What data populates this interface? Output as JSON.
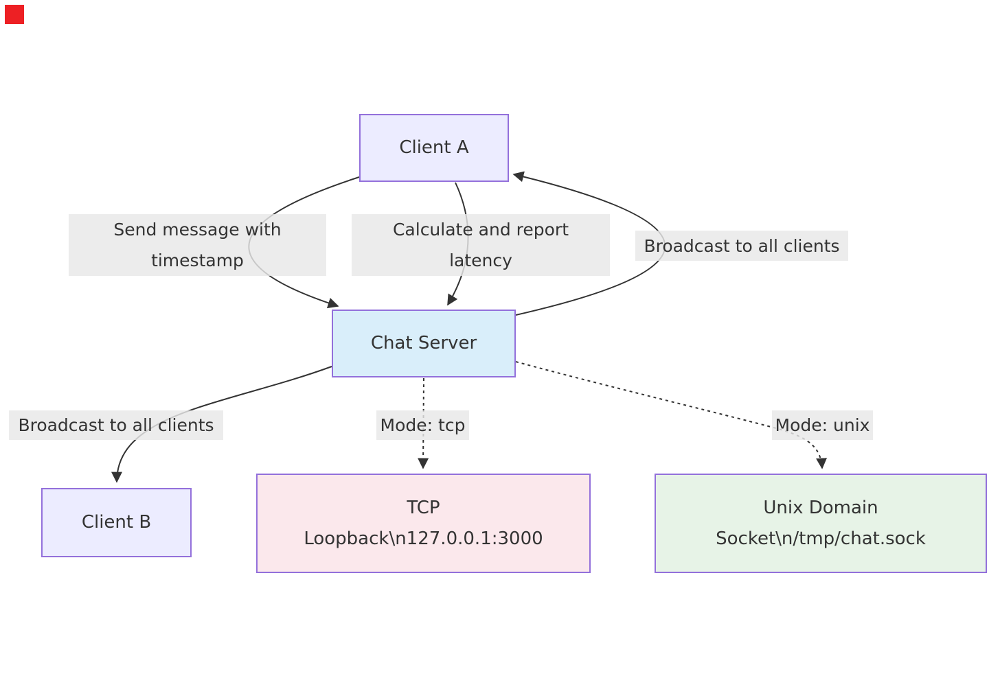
{
  "theme": {
    "border_color": "#9370DB",
    "line_color": "#333333",
    "text_color": "#333333",
    "edge_label_bg": "#E8E8E8",
    "corner_marker_color": "#ED2024",
    "background": "#FFFFFF"
  },
  "nodes": {
    "client_a": {
      "label": "Client A",
      "fill": "#ECECFF"
    },
    "chat_server": {
      "label": "Chat Server",
      "fill": "#D9EEFA"
    },
    "client_b": {
      "label": "Client B",
      "fill": "#ECECFF"
    },
    "tcp": {
      "lines": [
        "TCP",
        "Loopback\\n127.0.0.1:3000"
      ],
      "fill": "#FBE8EC"
    },
    "unix_socket": {
      "lines": [
        "Unix Domain",
        "Socket\\n/tmp/chat.sock"
      ],
      "fill": "#E7F3E7"
    }
  },
  "edge_labels": {
    "send_message": {
      "lines": [
        "Send message with",
        "timestamp"
      ]
    },
    "calculate_latency": {
      "lines": [
        "Calculate and report",
        "latency"
      ]
    },
    "broadcast_top": {
      "text": "Broadcast to all clients"
    },
    "broadcast_bottom": {
      "text": "Broadcast to all clients"
    },
    "mode_tcp": {
      "text": "Mode: tcp"
    },
    "mode_unix": {
      "text": "Mode: unix"
    }
  }
}
